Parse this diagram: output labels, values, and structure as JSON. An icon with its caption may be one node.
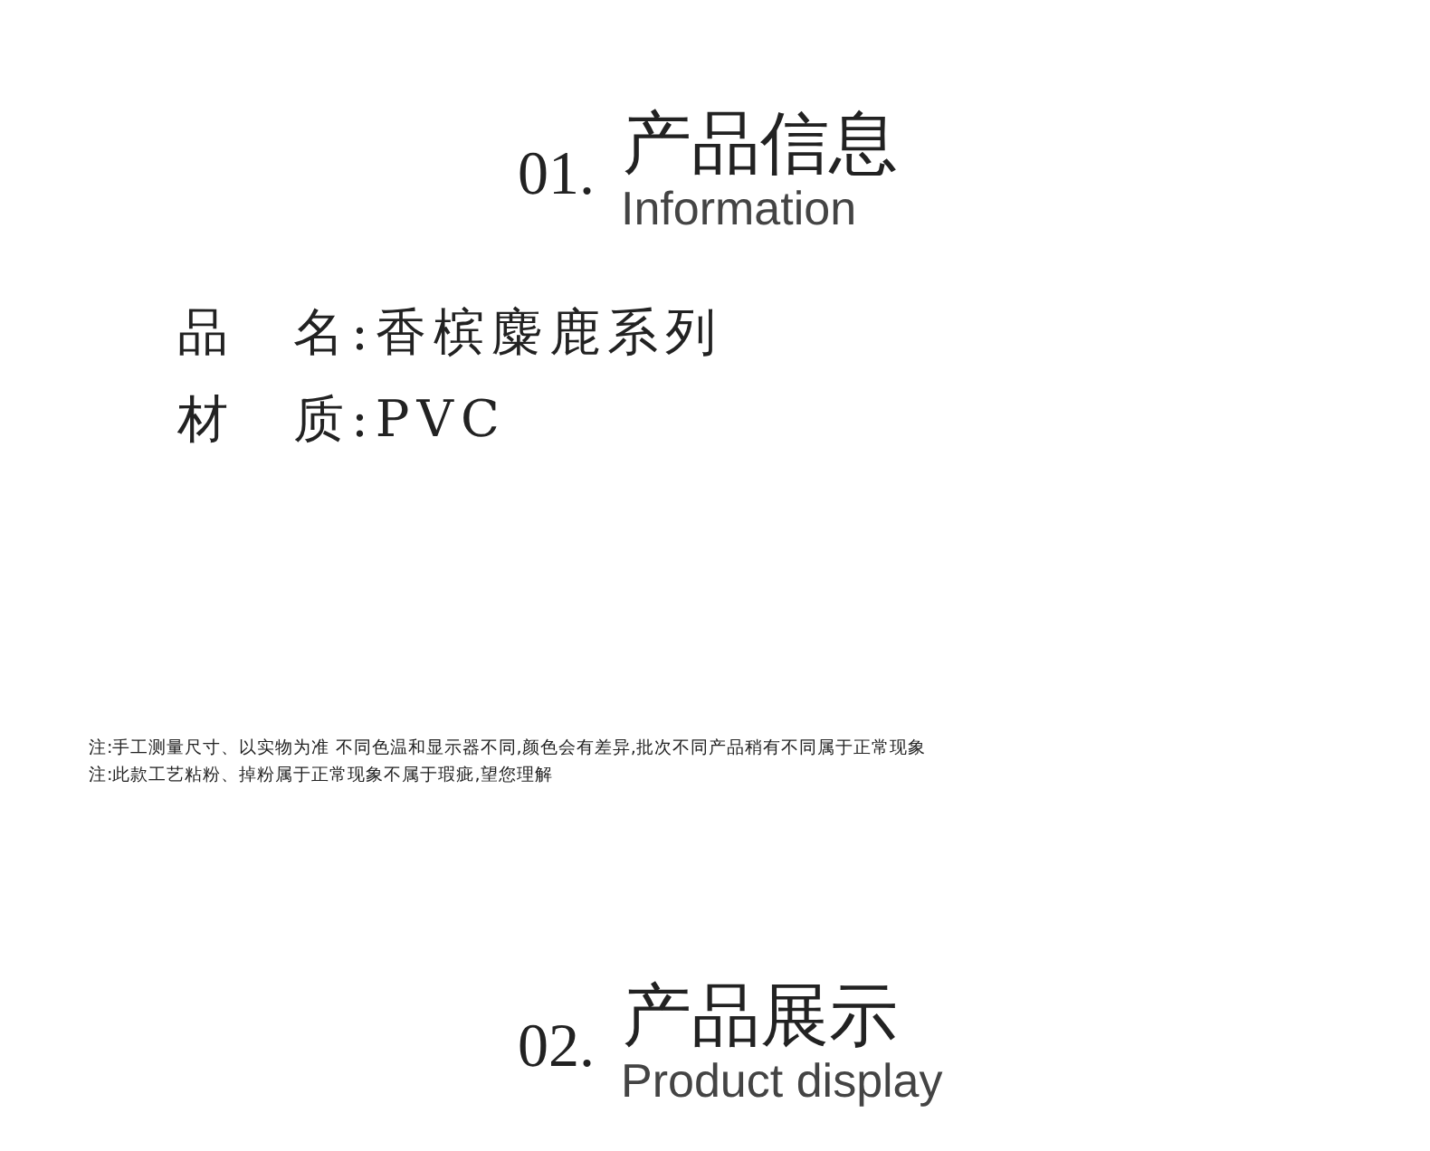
{
  "diagram": {
    "labels": [
      "01.",
      "产品信息",
      "Information",
      "品　名:香槟麋鹿系列",
      "材　质:PVC",
      "注:手工测量尺寸、以实物为准 不同色温和显示器不同,颜色会有差异,批次不同产品稍有不同属于正常现象",
      "注:此款工艺粘粉、掉粉属于正常现象不属于瑕疵,望您理解",
      "02.",
      "产品展示",
      "Product display"
    ]
  }
}
